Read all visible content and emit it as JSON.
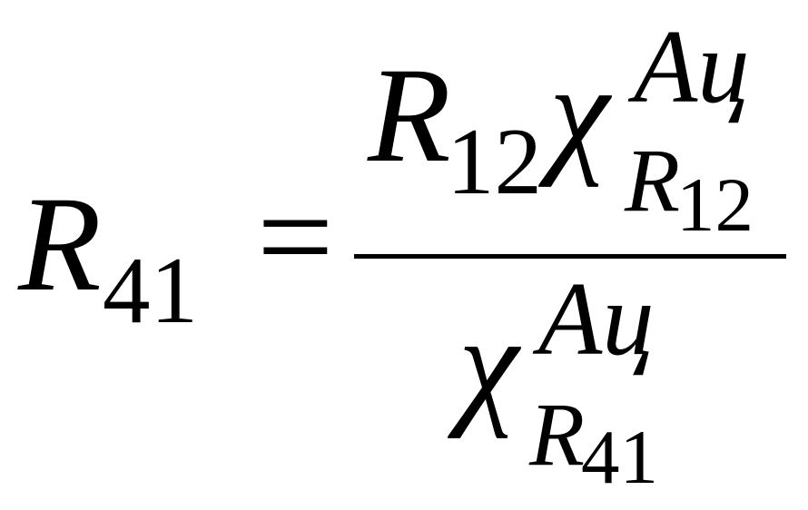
{
  "formula": {
    "lhs": {
      "symbol": "R",
      "subscript": "41"
    },
    "equals": "=",
    "numerator": {
      "symbol": "R",
      "subscript": "12",
      "chi": "χ",
      "chi_superscript": "Aц",
      "chi_sub_symbol": "R",
      "chi_sub_subscript": "12"
    },
    "denominator": {
      "chi": "χ",
      "chi_superscript": "Aц",
      "chi_sub_symbol": "R",
      "chi_sub_subscript": "41"
    }
  }
}
